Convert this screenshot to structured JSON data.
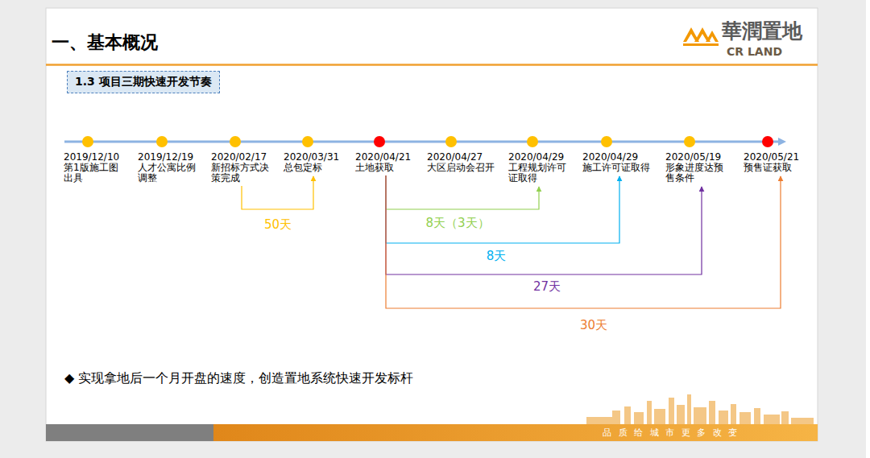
{
  "diagram": {
    "title": "一、基本概况",
    "nodes": [
      {
        "text": [
          "1.3 项目三期快速开发节奏"
        ]
      },
      {
        "text": [
          "2019/12/10",
          "第1版施工图出具"
        ]
      },
      {
        "text": [
          "2019/12/19",
          "人才公寓比例调整"
        ]
      },
      {
        "text": [
          "2020/02/17",
          "新招标方式决策完成"
        ]
      },
      {
        "text": [
          "2020/03/31",
          "总包定标"
        ]
      },
      {
        "text": [
          "2020/04/21",
          "土地获取"
        ]
      },
      {
        "text": [
          "2020/04/27",
          "大区启动会召开"
        ]
      },
      {
        "text": [
          "2020/04/29",
          "工程规划许可证取得"
        ]
      },
      {
        "text": [
          "2020/04/29",
          "施工许可证取得"
        ]
      },
      {
        "text": [
          "2020/05/19",
          "形象进度达预售条件"
        ]
      },
      {
        "text": [
          "2020/05/21",
          "预售证获取"
        ]
      }
    ],
    "edges": [
      {
        "from": 3,
        "to": 4,
        "arrow": "to",
        "label": "50天"
      },
      {
        "from": 5,
        "to": 7,
        "arrow": "to",
        "label": "8天（3天）"
      },
      {
        "from": 5,
        "to": 8,
        "arrow": "to",
        "label": "8天"
      },
      {
        "from": 5,
        "to": 9,
        "arrow": "to",
        "label": "27天"
      },
      {
        "from": 5,
        "to": 10,
        "arrow": "to",
        "label": "30天"
      }
    ],
    "labels": [
      "華潤置地",
      "CR LAND",
      "◆ 实现拿地后一个月开盘的速度，创造置地系统快速开发标杆",
      "品质给城市更多改变"
    ]
  }
}
